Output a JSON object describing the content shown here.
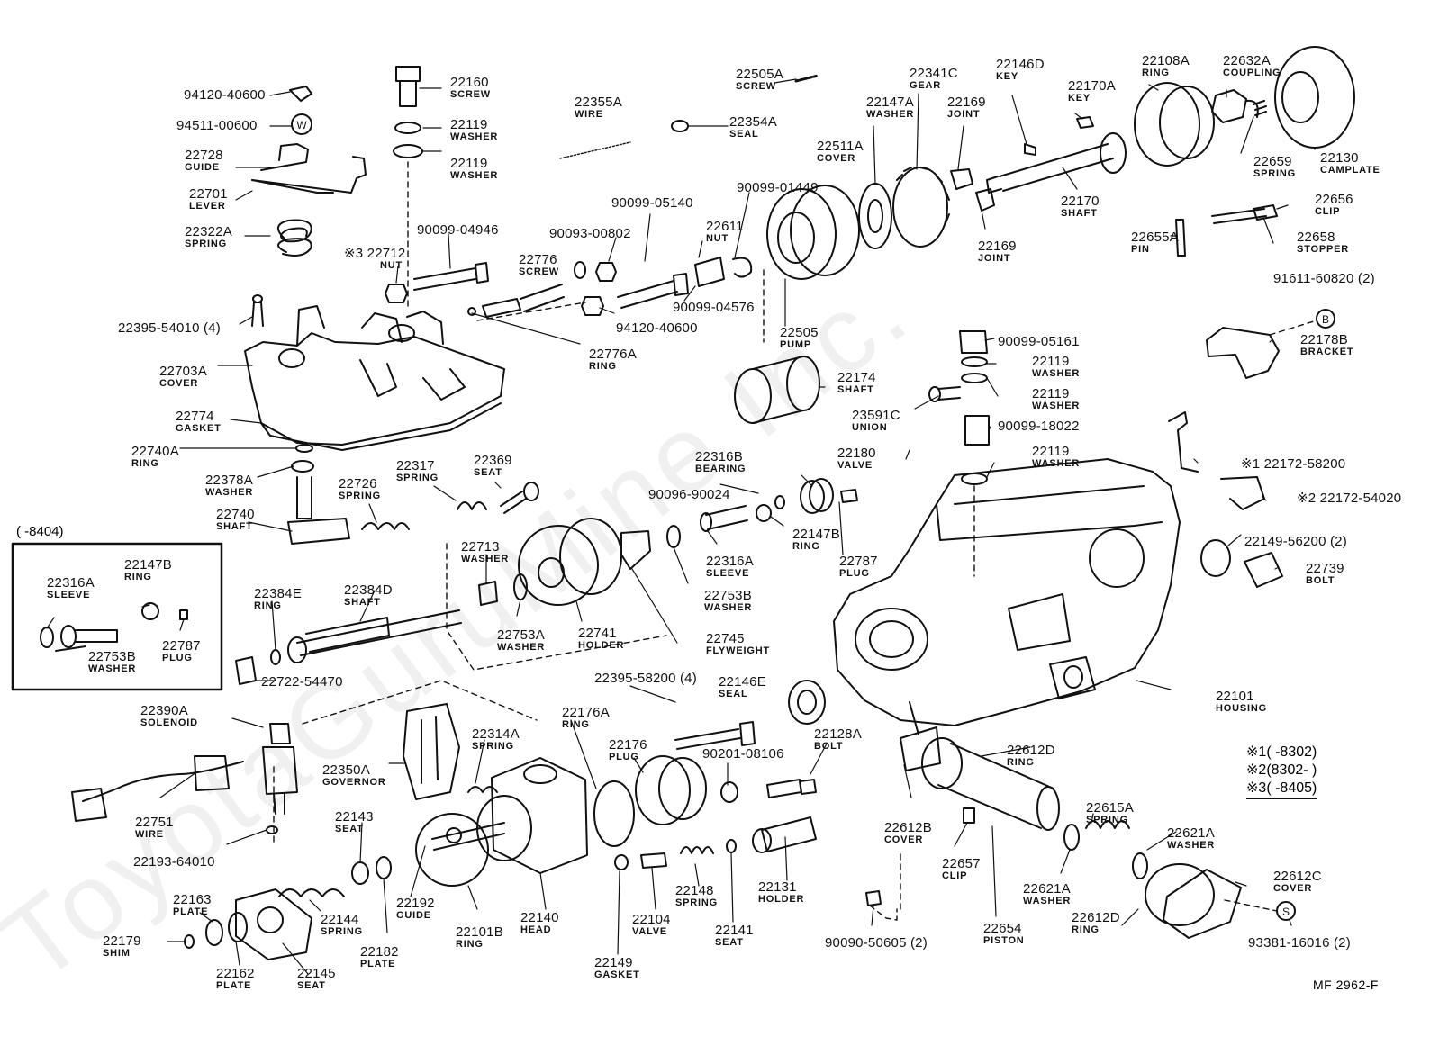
{
  "watermark": "ToyotaGuruMine Inc.",
  "figure_code": "MF  2962-F",
  "inset_range": "(     -8404)",
  "legend": [
    {
      "mark": "※1",
      "range": "(      -8302)"
    },
    {
      "mark": "※2",
      "range": "(8302-      )"
    },
    {
      "mark": "※3",
      "range": "(      -8405)"
    }
  ],
  "parts": [
    {
      "num": "94120-40600",
      "name": ""
    },
    {
      "num": "94511-00600",
      "name": ""
    },
    {
      "num": "22728",
      "name": "GUIDE"
    },
    {
      "num": "22701",
      "name": "LEVER"
    },
    {
      "num": "22322A",
      "name": "SPRING"
    },
    {
      "num": "22160",
      "name": "SCREW"
    },
    {
      "num": "22119",
      "name": "WASHER"
    },
    {
      "num": "22119",
      "name": "WASHER"
    },
    {
      "num": "※3 22712",
      "name": "NUT"
    },
    {
      "num": "90099-04946",
      "name": ""
    },
    {
      "num": "22395-54010 (4)",
      "name": ""
    },
    {
      "num": "22703A",
      "name": "COVER"
    },
    {
      "num": "22774",
      "name": "GASKET"
    },
    {
      "num": "22355A",
      "name": "WIRE"
    },
    {
      "num": "22354A",
      "name": "SEAL"
    },
    {
      "num": "22505A",
      "name": "SCREW"
    },
    {
      "num": "22511A",
      "name": "COVER"
    },
    {
      "num": "90099-05140",
      "name": ""
    },
    {
      "num": "90093-00802",
      "name": ""
    },
    {
      "num": "22776",
      "name": "SCREW"
    },
    {
      "num": "22611",
      "name": "NUT"
    },
    {
      "num": "90099-01449",
      "name": ""
    },
    {
      "num": "90099-04576",
      "name": ""
    },
    {
      "num": "94120-40600",
      "name": ""
    },
    {
      "num": "22776A",
      "name": "RING"
    },
    {
      "num": "22505",
      "name": "PUMP"
    },
    {
      "num": "22341C",
      "name": "GEAR"
    },
    {
      "num": "22147A",
      "name": "WASHER"
    },
    {
      "num": "22146D",
      "name": "KEY"
    },
    {
      "num": "22169",
      "name": "JOINT"
    },
    {
      "num": "22169",
      "name": "JOINT"
    },
    {
      "num": "22170A",
      "name": "KEY"
    },
    {
      "num": "22170",
      "name": "SHAFT"
    },
    {
      "num": "22108A",
      "name": "RING"
    },
    {
      "num": "22632A",
      "name": "COUPLING"
    },
    {
      "num": "22659",
      "name": "SPRING"
    },
    {
      "num": "22130",
      "name": "CAMPLATE"
    },
    {
      "num": "22656",
      "name": "CLIP"
    },
    {
      "num": "22655A",
      "name": "PIN"
    },
    {
      "num": "22658",
      "name": "STOPPER"
    },
    {
      "num": "91611-60820 (2)",
      "name": ""
    },
    {
      "num": "22178B",
      "name": "BRACKET"
    },
    {
      "num": "90099-05161",
      "name": ""
    },
    {
      "num": "22119",
      "name": "WASHER"
    },
    {
      "num": "22119",
      "name": "WASHER"
    },
    {
      "num": "23591C",
      "name": "UNION"
    },
    {
      "num": "90099-18022",
      "name": ""
    },
    {
      "num": "22174",
      "name": "SHAFT"
    },
    {
      "num": "22180",
      "name": "VALVE"
    },
    {
      "num": "22119",
      "name": "WASHER"
    },
    {
      "num": "※1 22172-58200",
      "name": ""
    },
    {
      "num": "※2 22172-54020",
      "name": ""
    },
    {
      "num": "22149-56200 (2)",
      "name": ""
    },
    {
      "num": "22739",
      "name": "BOLT"
    },
    {
      "num": "22740A",
      "name": "RING"
    },
    {
      "num": "22378A",
      "name": "WASHER"
    },
    {
      "num": "22740",
      "name": "SHAFT"
    },
    {
      "num": "22726",
      "name": "SPRING"
    },
    {
      "num": "22317",
      "name": "SPRING"
    },
    {
      "num": "22369",
      "name": "SEAT"
    },
    {
      "num": "22316B",
      "name": "BEARING"
    },
    {
      "num": "90096-90024",
      "name": ""
    },
    {
      "num": "22147B",
      "name": "RING"
    },
    {
      "num": "22787",
      "name": "PLUG"
    },
    {
      "num": "22316A",
      "name": "SLEEVE"
    },
    {
      "num": "22753B",
      "name": "WASHER"
    },
    {
      "num": "22713",
      "name": "WASHER"
    },
    {
      "num": "22753A",
      "name": "WASHER"
    },
    {
      "num": "22741",
      "name": "HOLDER"
    },
    {
      "num": "22745",
      "name": "FLYWEIGHT"
    },
    {
      "num": "22384E",
      "name": "RING"
    },
    {
      "num": "22384D",
      "name": "SHAFT"
    },
    {
      "num": "22722-54470",
      "name": ""
    },
    {
      "num": "22316A",
      "name": "SLEEVE"
    },
    {
      "num": "22147B",
      "name": "RING"
    },
    {
      "num": "22787",
      "name": "PLUG"
    },
    {
      "num": "22753B",
      "name": "WASHER"
    },
    {
      "num": "22395-58200 (4)",
      "name": ""
    },
    {
      "num": "22146E",
      "name": "SEAL"
    },
    {
      "num": "22101",
      "name": "HOUSING"
    },
    {
      "num": "22390A",
      "name": "SOLENOID"
    },
    {
      "num": "22751",
      "name": "WIRE"
    },
    {
      "num": "22193-64010",
      "name": ""
    },
    {
      "num": "22350A",
      "name": "GOVERNOR"
    },
    {
      "num": "22314A",
      "name": "SPRING"
    },
    {
      "num": "22176A",
      "name": "RING"
    },
    {
      "num": "22176",
      "name": "PLUG"
    },
    {
      "num": "90201-08106",
      "name": ""
    },
    {
      "num": "22128A",
      "name": "BOLT"
    },
    {
      "num": "22612D",
      "name": "RING"
    },
    {
      "num": "22612B",
      "name": "COVER"
    },
    {
      "num": "22657",
      "name": "CLIP"
    },
    {
      "num": "22615A",
      "name": "SPRING"
    },
    {
      "num": "22621A",
      "name": "WASHER"
    },
    {
      "num": "22621A",
      "name": "WASHER"
    },
    {
      "num": "22612C",
      "name": "COVER"
    },
    {
      "num": "22612D",
      "name": "RING"
    },
    {
      "num": "22654",
      "name": "PISTON"
    },
    {
      "num": "93381-16016 (2)",
      "name": ""
    },
    {
      "num": "90090-50605 (2)",
      "name": ""
    },
    {
      "num": "22143",
      "name": "SEAT"
    },
    {
      "num": "22192",
      "name": "GUIDE"
    },
    {
      "num": "22101B",
      "name": "RING"
    },
    {
      "num": "22140",
      "name": "HEAD"
    },
    {
      "num": "22149",
      "name": "GASKET"
    },
    {
      "num": "22104",
      "name": "VALVE"
    },
    {
      "num": "22148",
      "name": "SPRING"
    },
    {
      "num": "22141",
      "name": "SEAT"
    },
    {
      "num": "22131",
      "name": "HOLDER"
    },
    {
      "num": "22163",
      "name": "PLATE"
    },
    {
      "num": "22179",
      "name": "SHIM"
    },
    {
      "num": "22162",
      "name": "PLATE"
    },
    {
      "num": "22144",
      "name": "SPRING"
    },
    {
      "num": "22182",
      "name": "PLATE"
    },
    {
      "num": "22145",
      "name": "SEAT"
    }
  ]
}
